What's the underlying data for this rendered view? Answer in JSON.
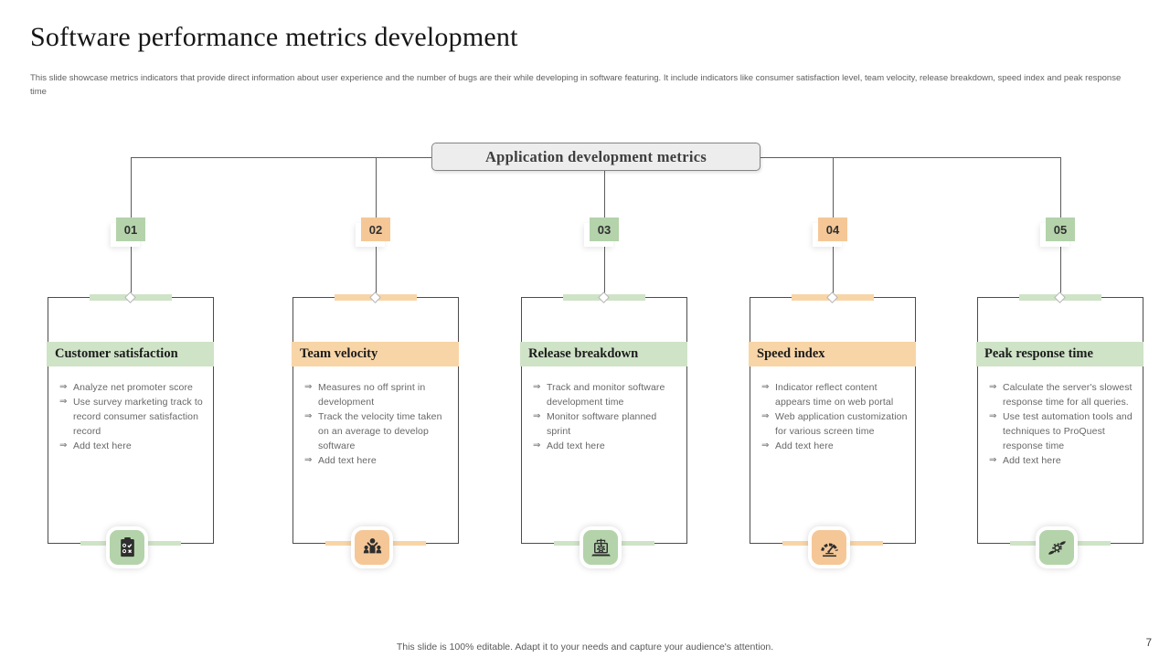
{
  "slide": {
    "title": "Software performance metrics development",
    "description": "This slide showcase metrics indicators that provide direct information about user experience and the number of bugs are their while developing in software featuring. It include indicators like consumer satisfaction level, team velocity, release breakdown, speed index and peak response time",
    "footer": "This slide is 100% editable. Adapt it to your needs and capture your audience's attention.",
    "page_number": "7"
  },
  "diagram": {
    "root_label": "Application development metrics",
    "bullet_glyph": "⇒",
    "colors": {
      "green": "#b4d3ab",
      "green_light": "#cfe3c7",
      "orange": "#f5c797",
      "orange_light": "#f8d5a7",
      "line": "#5b5b5b"
    },
    "columns": [
      {
        "number": "01",
        "theme": "green",
        "title": "Customer satisfaction",
        "icon": "checklist-clipboard-icon",
        "bullets": [
          "Analyze net promoter score",
          "Use survey marketing track to record consumer satisfaction record",
          "Add text here"
        ]
      },
      {
        "number": "02",
        "theme": "orange",
        "title": "Team velocity",
        "icon": "team-leader-icon",
        "bullets": [
          "Measures no off sprint in development",
          "Track the velocity time taken on an average to develop software",
          "Add text here"
        ]
      },
      {
        "number": "03",
        "theme": "green",
        "title": "Release breakdown",
        "icon": "laptop-gear-icon",
        "bullets": [
          "Track and monitor software development time",
          "Monitor software planned sprint",
          "Add text here"
        ]
      },
      {
        "number": "04",
        "theme": "orange",
        "title": "Speed index",
        "icon": "speedometer-icon",
        "bullets": [
          "Indicator reflect content appears time on web portal",
          "Web application customization for various screen time",
          "Add text here"
        ]
      },
      {
        "number": "05",
        "theme": "green",
        "title": "Peak response time",
        "icon": "hands-gear-icon",
        "bullets": [
          "Calculate the server's slowest response time for all queries.",
          "Use test automation tools and techniques to ProQuest response time",
          "Add text here"
        ]
      }
    ]
  }
}
